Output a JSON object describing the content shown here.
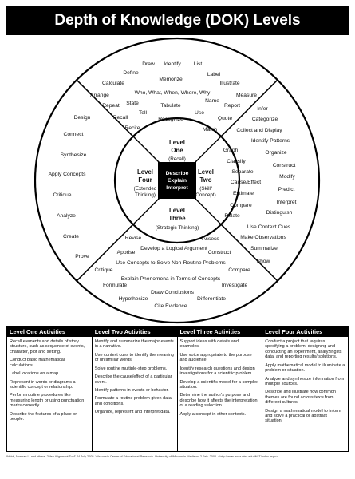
{
  "title": "Depth of Knowledge (DOK) Levels",
  "center": [
    "Describe",
    "Explain",
    "Interpret"
  ],
  "levels": {
    "one": [
      "Level",
      "One",
      "(Recall)"
    ],
    "two": [
      "Level",
      "Two",
      "(Skill/",
      "Concept)"
    ],
    "three": [
      "Level",
      "Three",
      "(Strategic Thinking)"
    ],
    "four": [
      "Level",
      "Four",
      "(Extended",
      "Thinking)"
    ]
  },
  "words": {
    "level_one": [
      "Draw",
      "Identify",
      "List",
      "Define",
      "Label",
      "Memorize",
      "Calculate",
      "Illustrate",
      "Who, What, When, Where, Why",
      "Arrange",
      "Measure",
      "Name",
      "State",
      "Tabulate",
      "Repeat",
      "Report",
      "Tell",
      "Use",
      "Recall",
      "Recognize",
      "Quote",
      "Recite",
      "Match"
    ],
    "level_two": [
      "Infer",
      "Categorize",
      "Collect and Display",
      "Identify Patterns",
      "Graph",
      "Organize",
      "Classify",
      "Construct",
      "Separate",
      "Modify",
      "Cause/Effect",
      "Predict",
      "Estimate",
      "Interpret",
      "Compare",
      "Distinguish",
      "Relate",
      "Use Context Cues",
      "Make Observations",
      "Summarize",
      "Show"
    ],
    "level_three": [
      "Revise",
      "Assess",
      "Develop a Logical Argument",
      "Apprise",
      "Construct",
      "Use Concepts to Solve Non-Routine Problems",
      "Critique",
      "Compare",
      "Explain Phenomena in Terms of Concepts",
      "Formulate",
      "Investigate",
      "Draw Conclusions",
      "Hypothesize",
      "Differentiate",
      "Cite Evidence"
    ],
    "level_four": [
      "Design",
      "Connect",
      "Synthesize",
      "Apply Concepts",
      "Critique",
      "Analyze",
      "Create",
      "Prove"
    ]
  },
  "table": [
    {
      "header": "Level One Activities",
      "items": [
        "Recall elements and details of story structure, such as sequence of events, character, plot and setting.",
        "Conduct basic mathematical calculations.",
        "Label locations on a map.",
        "Represent in words or diagrams a scientific concept or relationship.",
        "Perform routine procedures like measuring length or using punctuation marks correctly.",
        "Describe the features of a place or people."
      ]
    },
    {
      "header": "Level Two Activities",
      "items": [
        "Identify and summarize the major events in a narrative.",
        "Use context cues to identify the meaning of unfamiliar words.",
        "Solve routine multiple-step problems.",
        "Describe the cause/effect of a particular event.",
        "Identify patterns in events or behavior.",
        "Formulate a routine problem given data and conditions.",
        "Organize, represent and interpret data."
      ]
    },
    {
      "header": "Level Three Activities",
      "items": [
        "Support ideas with details and examples.",
        "Use voice appropriate to the purpose and audience.",
        "Identify research questions and design investigations for a scientific problem.",
        "Develop a scientific model for a complex situation.",
        "Determine the author's purpose and describe how it affects the interpretation of a reading selection.",
        "Apply a concept in other contexts."
      ]
    },
    {
      "header": "Level Four Activities",
      "items": [
        "Conduct a project that requires specifying a problem, designing and conducting an experiment, analyzing its data, and reporting results/ solutions.",
        "Apply mathematical model to illuminate a problem or situation.",
        "Analyze and synthesize information from multiple sources.",
        "Describe and illustrate how common themes are found across texts from different cultures.",
        "Design a mathematical model to inform and solve a practical or abstract situation."
      ]
    }
  ],
  "citation": "Webb, Norman L. and others. \"Web Alignment Tool\" 24 July 2005. Wisconsin Center of Educational Research. University of Wisconsin-Madison. 2 Feb. 2006. <http://www.wcer.wisc.edu/WAT/index.aspx>"
}
